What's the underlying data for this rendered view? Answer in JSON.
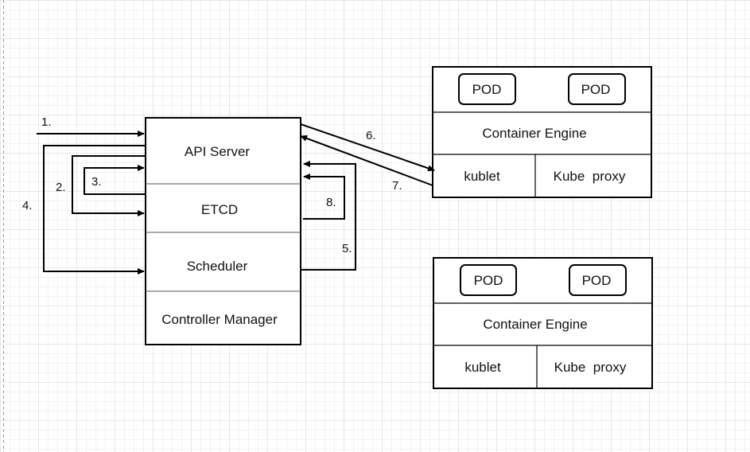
{
  "master": {
    "api_server": "API Server",
    "etcd": "ETCD",
    "scheduler": "Scheduler",
    "controller_manager": "Controller Manager"
  },
  "nodes": [
    {
      "pod_left": "POD",
      "pod_right": "POD",
      "container_engine": "Container Engine",
      "kublet": "kublet",
      "kube_proxy": "Kube  proxy"
    },
    {
      "pod_left": "POD",
      "pod_right": "POD",
      "container_engine": "Container Engine",
      "kublet": "kublet",
      "kube_proxy": "Kube  proxy"
    }
  ],
  "steps": {
    "s1": "1.",
    "s2": "2.",
    "s3": "3.",
    "s4": "4.",
    "s5": "5.",
    "s6": "6.",
    "s7": "7.",
    "s8": "8."
  },
  "colors": {
    "line": "#000000",
    "grid": "#e6e6e6",
    "grid_major": "#d2d2d2",
    "background": "#ffffff"
  }
}
